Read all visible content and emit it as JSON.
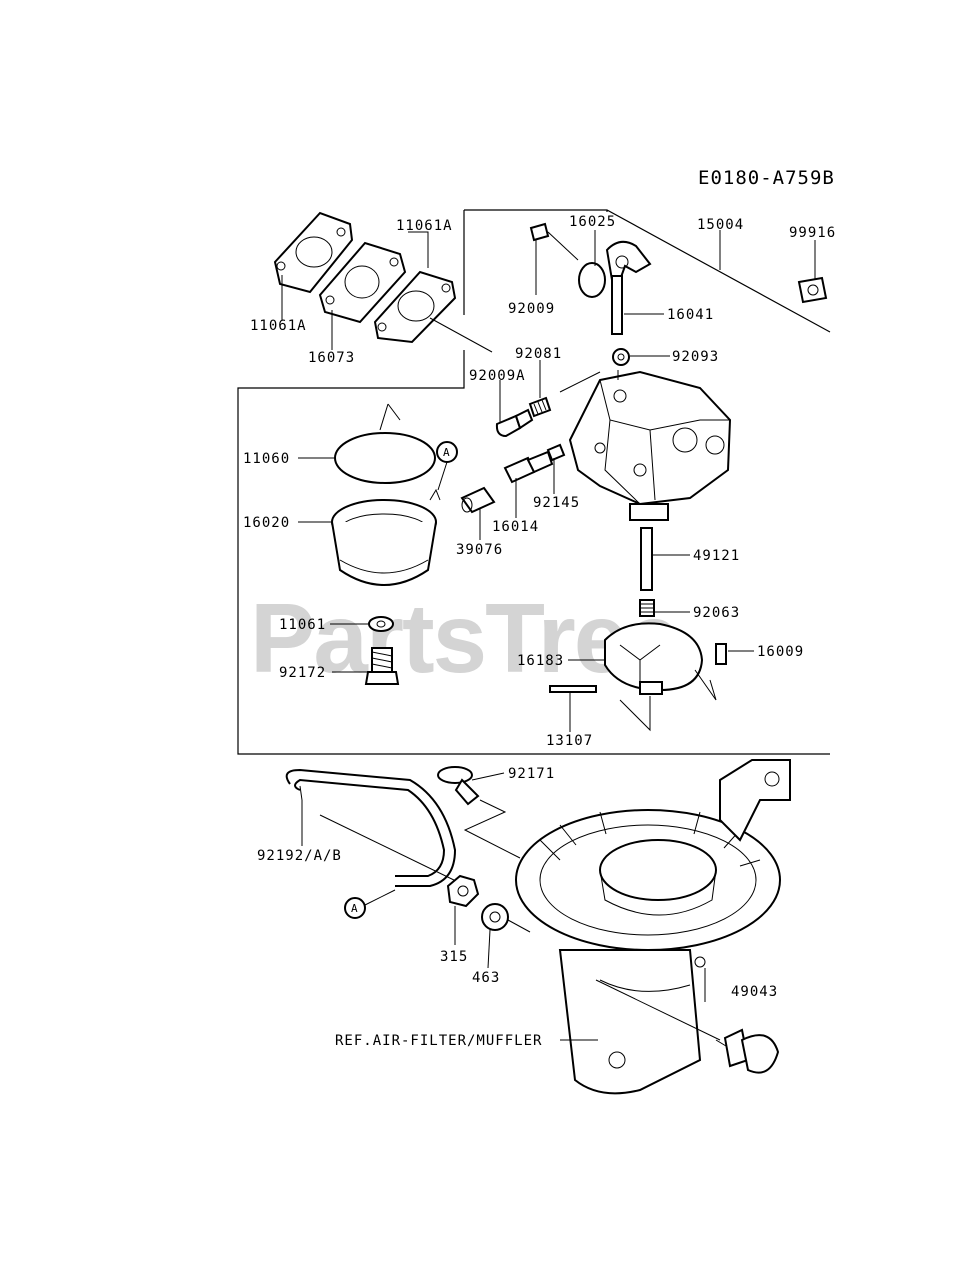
{
  "diagram": {
    "code": "E0180-A759B",
    "watermark": "PartsTree",
    "callout": "A",
    "reference": "REF.AIR-FILTER/MUFFLER",
    "labels": {
      "p11061a_top": "11061A",
      "p11061a_left": "11061A",
      "p16073": "16073",
      "p16025": "16025",
      "p15004": "15004",
      "p99916": "99916",
      "p92009": "92009",
      "p16041": "16041",
      "p92081": "92081",
      "p92093": "92093",
      "p92009a": "92009A",
      "p11060": "11060",
      "p16020": "16020",
      "p92145": "92145",
      "p16014": "16014",
      "p39076": "39076",
      "p49121": "49121",
      "p92063": "92063",
      "p11061": "11061",
      "p16183": "16183",
      "p16009": "16009",
      "p92172": "92172",
      "p13107": "13107",
      "p92171": "92171",
      "p92192": "92192/A/B",
      "p315": "315",
      "p463": "463",
      "p49043": "49043"
    }
  }
}
